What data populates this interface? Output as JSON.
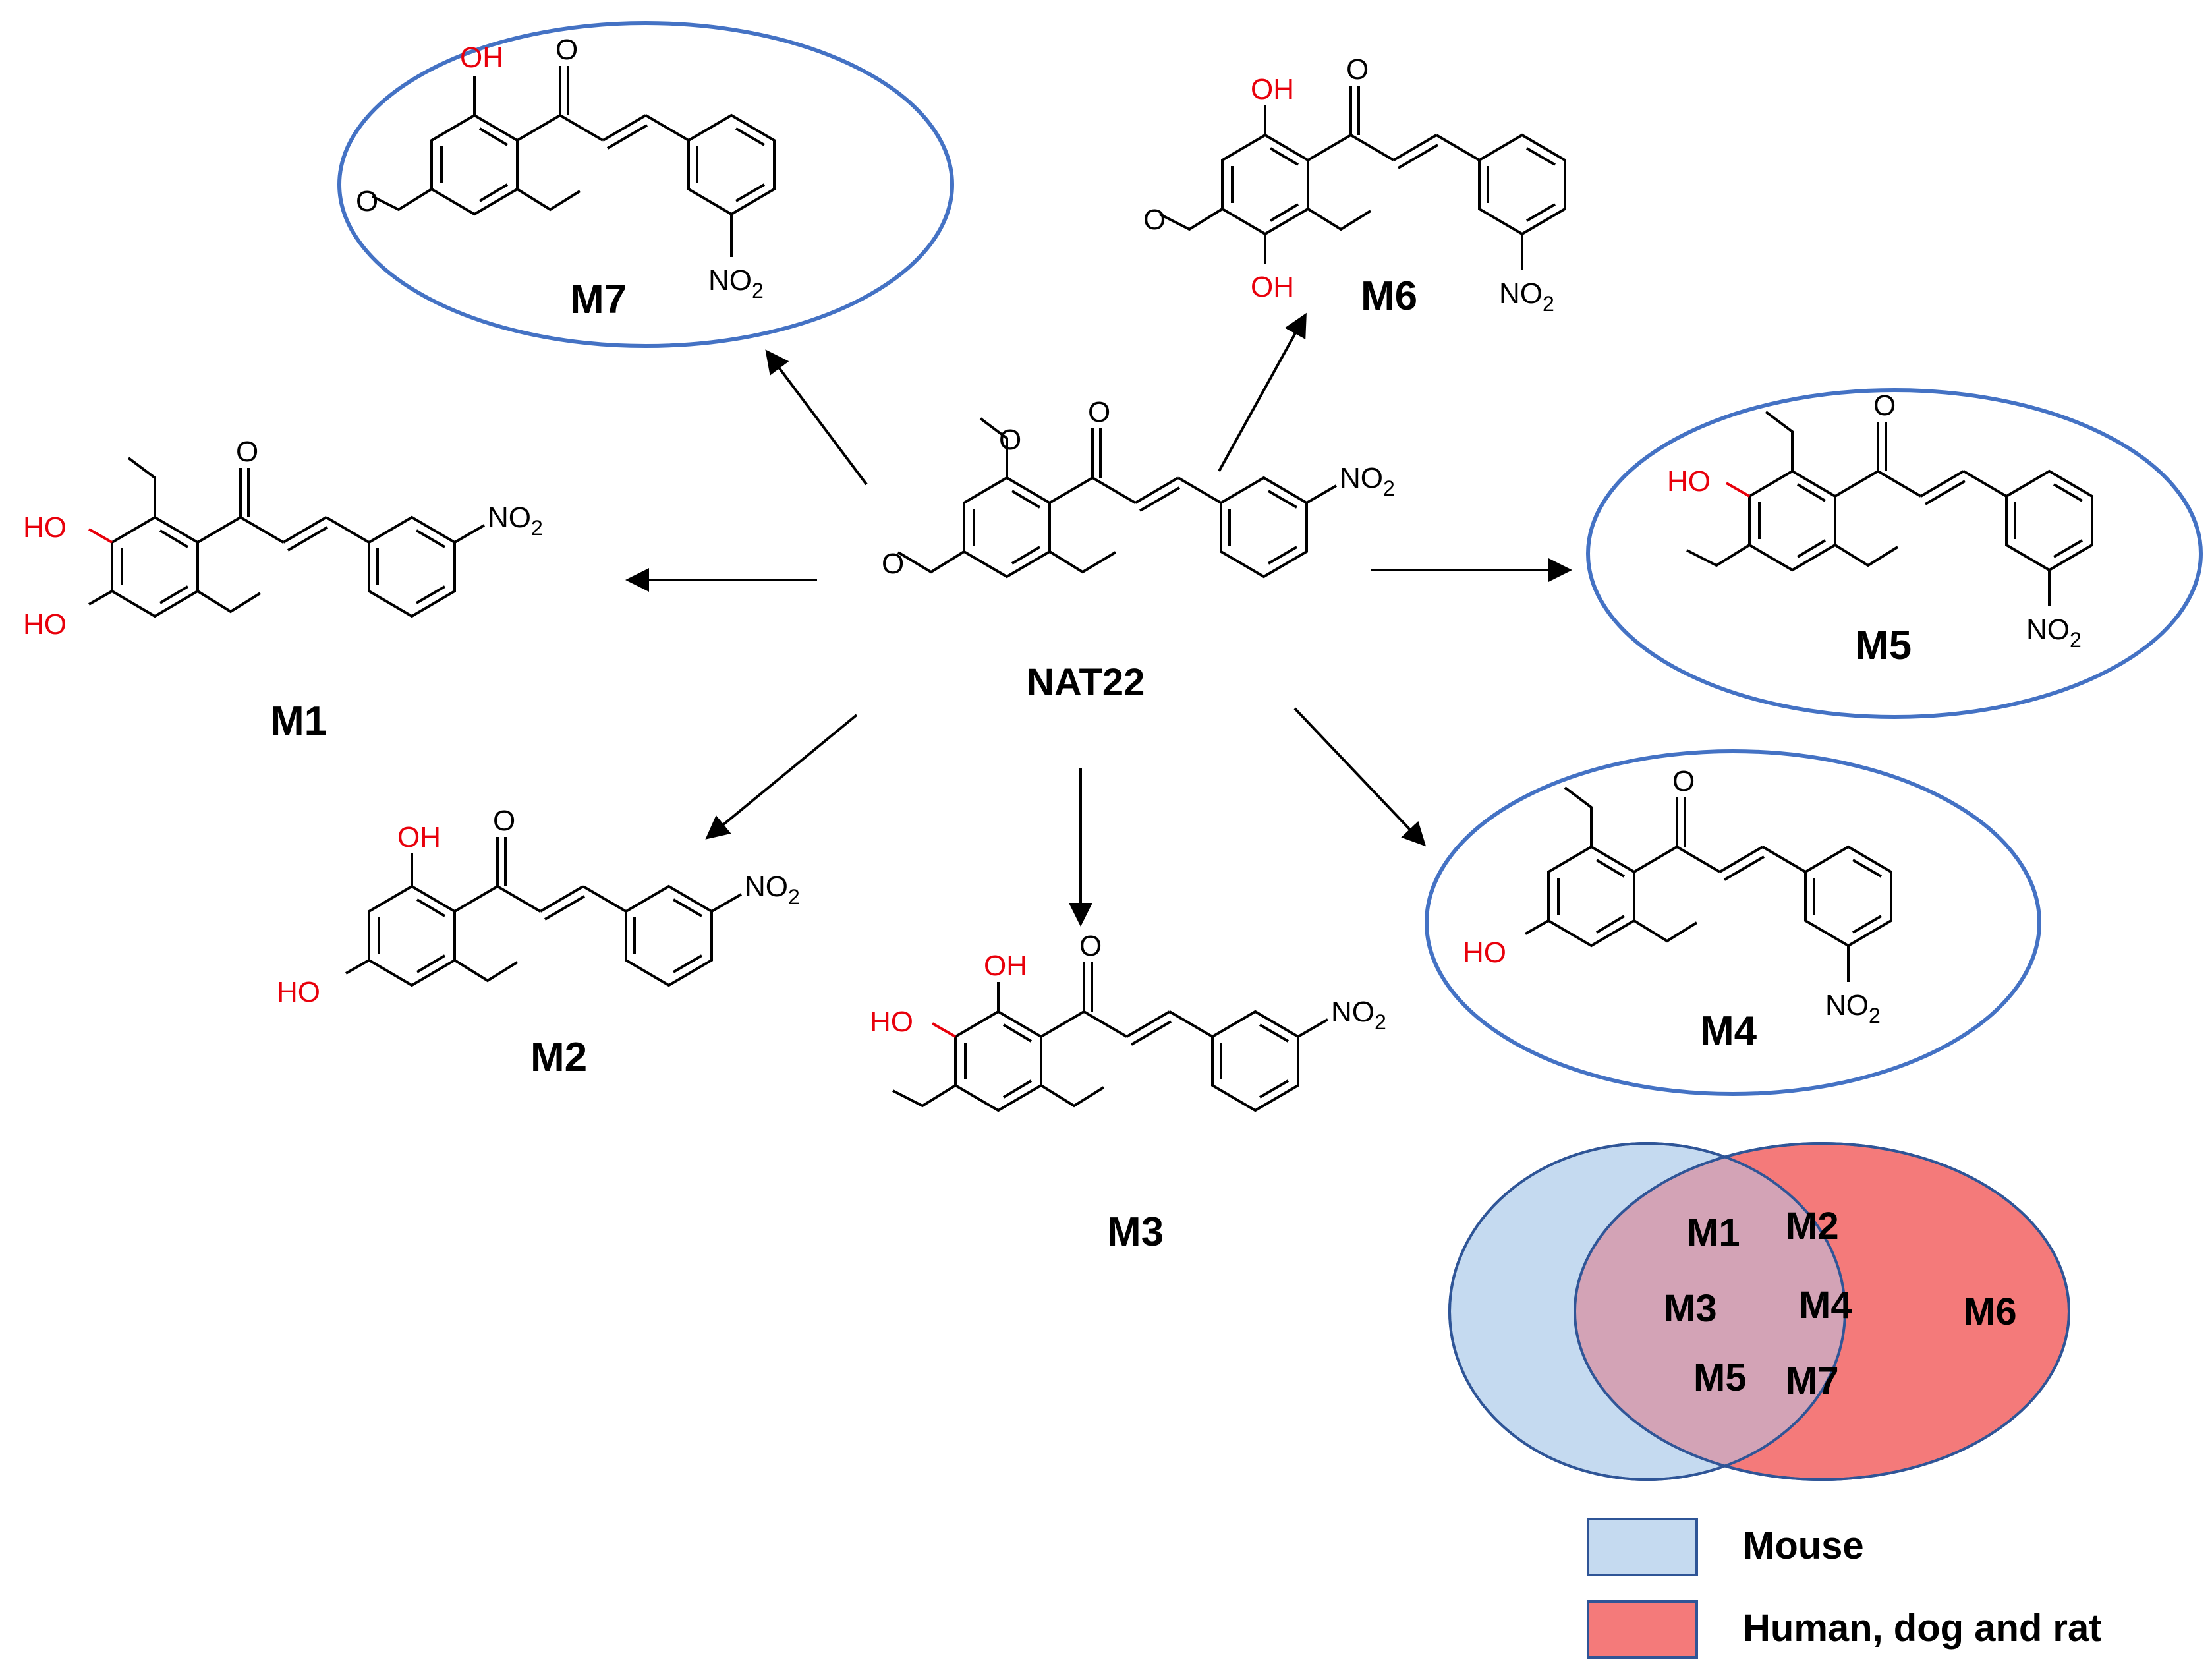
{
  "parent": {
    "label": "NAT22"
  },
  "metabolites": [
    {
      "id": "M1",
      "label": "M1",
      "circled": false
    },
    {
      "id": "M2",
      "label": "M2",
      "circled": false
    },
    {
      "id": "M3",
      "label": "M3",
      "circled": false
    },
    {
      "id": "M4",
      "label": "M4",
      "circled": true
    },
    {
      "id": "M5",
      "label": "M5",
      "circled": true
    },
    {
      "id": "M6",
      "label": "M6",
      "circled": false
    },
    {
      "id": "M7",
      "label": "M7",
      "circled": true
    }
  ],
  "groups": {
    "oh": "OH",
    "ho": "HO",
    "o": "O",
    "no2_base": "NO",
    "no2_sub": "2"
  },
  "venn": {
    "shared": [
      "M1",
      "M2",
      "M3",
      "M4",
      "M5",
      "M7"
    ],
    "human_only": [
      "M6"
    ]
  },
  "legend": [
    {
      "label": "Mouse",
      "color": "#c5daf0"
    },
    {
      "label": "Human, dog and rat",
      "color": "#f47a7a"
    }
  ],
  "colors": {
    "hydroxyl": "#e8000b",
    "circle": "#4472c4",
    "bond": "#000000",
    "overlap": "#d3a3b6"
  }
}
